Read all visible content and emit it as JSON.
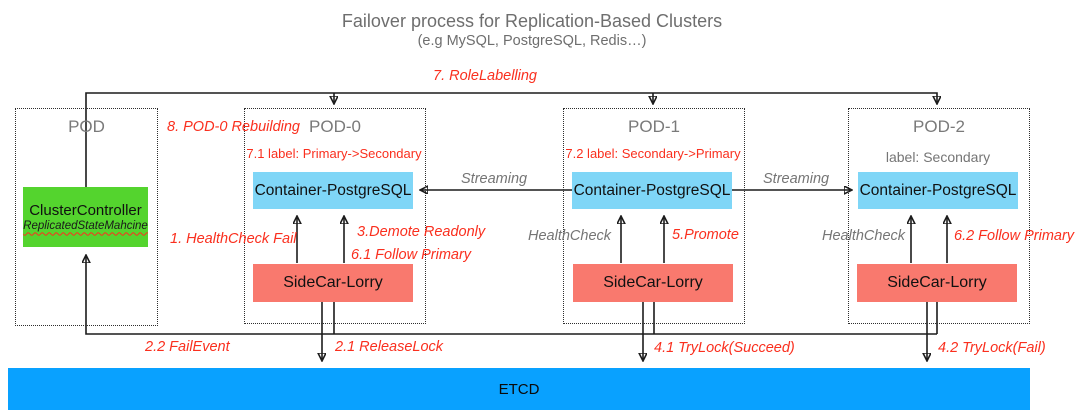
{
  "title": "Failover process for Replication-Based Clusters",
  "subtitle": "(e.g MySQL, PostgreSQL, Redis…)",
  "pods": {
    "controller_pod": "POD",
    "pod0": "POD-0",
    "pod1": "POD-1",
    "pod2": "POD-2"
  },
  "nodes": {
    "cluster_controller": {
      "title": "ClusterController",
      "subtitle": "ReplicatedStateMahcine"
    },
    "container_label": "Container-PostgreSQL",
    "sidecar_label": "SideCar-Lorry",
    "etcd_label": "ETCD"
  },
  "annotations": {
    "role_labelling": "7. RoleLabelling",
    "pod0_rebuilding": "8. POD-0 Rebuilding",
    "label_71": "7.1 label: Primary->Secondary",
    "label_72": "7.2 label: Secondary->Primary",
    "label_secondary": "label: Secondary",
    "healthcheck_fail": "1. HealthCheck Fail",
    "demote_readonly": "3.Demote Readonly",
    "follow_primary_61": "6.1 Follow Primary",
    "healthcheck_pod1": "HealthCheck",
    "promote": "5.Promote",
    "healthcheck_pod2": "HealthCheck",
    "follow_primary_62": "6.2 Follow Primary",
    "fail_event": "2.2 FailEvent",
    "release_lock": "2.1 ReleaseLock",
    "trylock_succeed": "4.1 TryLock(Succeed)",
    "trylock_fail": "4.2 TryLock(Fail)",
    "streaming_left": "Streaming",
    "streaming_right": "Streaming"
  },
  "colors": {
    "cluster_controller_green": "#54d42e",
    "container_blue": "#7fd6f7",
    "sidecar_salmon": "#f9796e",
    "etcd_blue": "#09a1ff",
    "annotation_red": "#fa2f1e",
    "annotation_gray": "#757575",
    "wire_black": "#1c1c1c"
  }
}
